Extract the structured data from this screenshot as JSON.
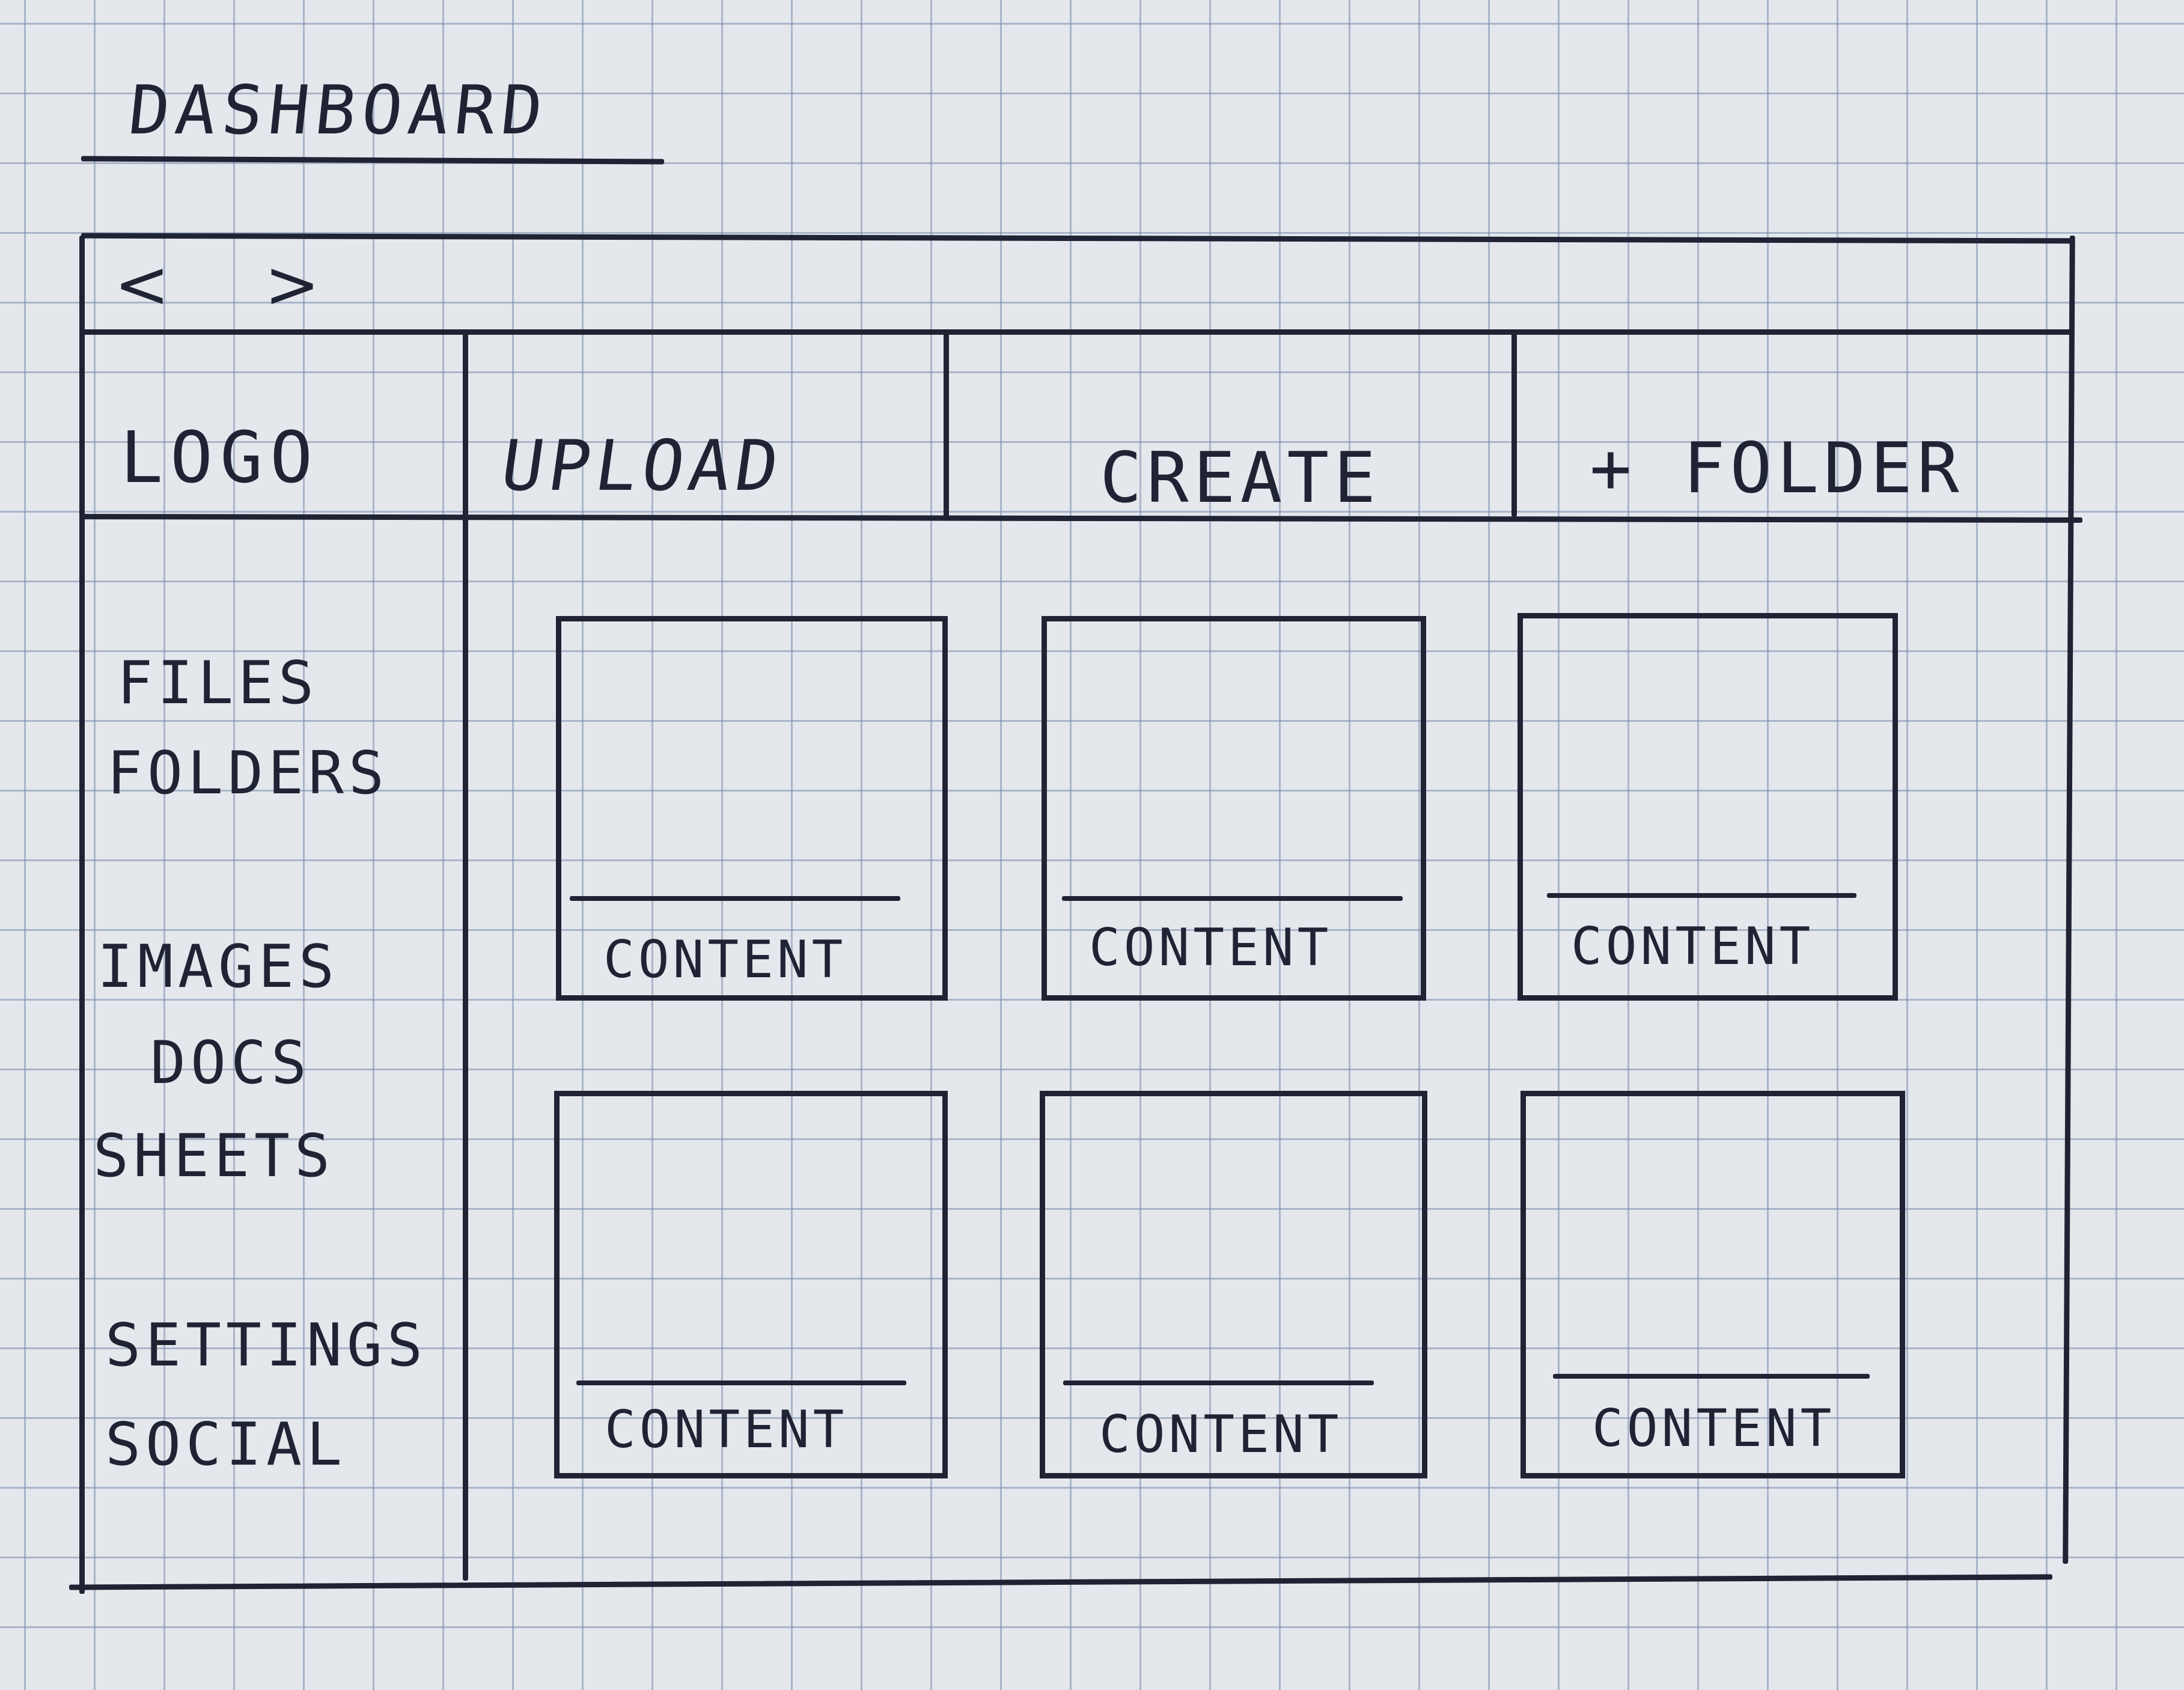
{
  "title": "DASHBOARD",
  "nav": {
    "back": "<",
    "forward": ">"
  },
  "header": {
    "logo": "LOGO",
    "tabs": [
      "UPLOAD",
      "CREATE",
      "+ FOLDER"
    ]
  },
  "sidebar": {
    "items": [
      "FILES",
      "FOLDERS",
      "IMAGES",
      "DOCS",
      "SHEETS",
      "SETTINGS",
      "SOCIAL"
    ]
  },
  "cards": [
    "CONTENT",
    "CONTENT",
    "CONTENT",
    "CONTENT",
    "CONTENT",
    "CONTENT"
  ],
  "colors": {
    "ink": "#1f2333",
    "paper": "#e4e7ec",
    "grid": "#788caf"
  }
}
